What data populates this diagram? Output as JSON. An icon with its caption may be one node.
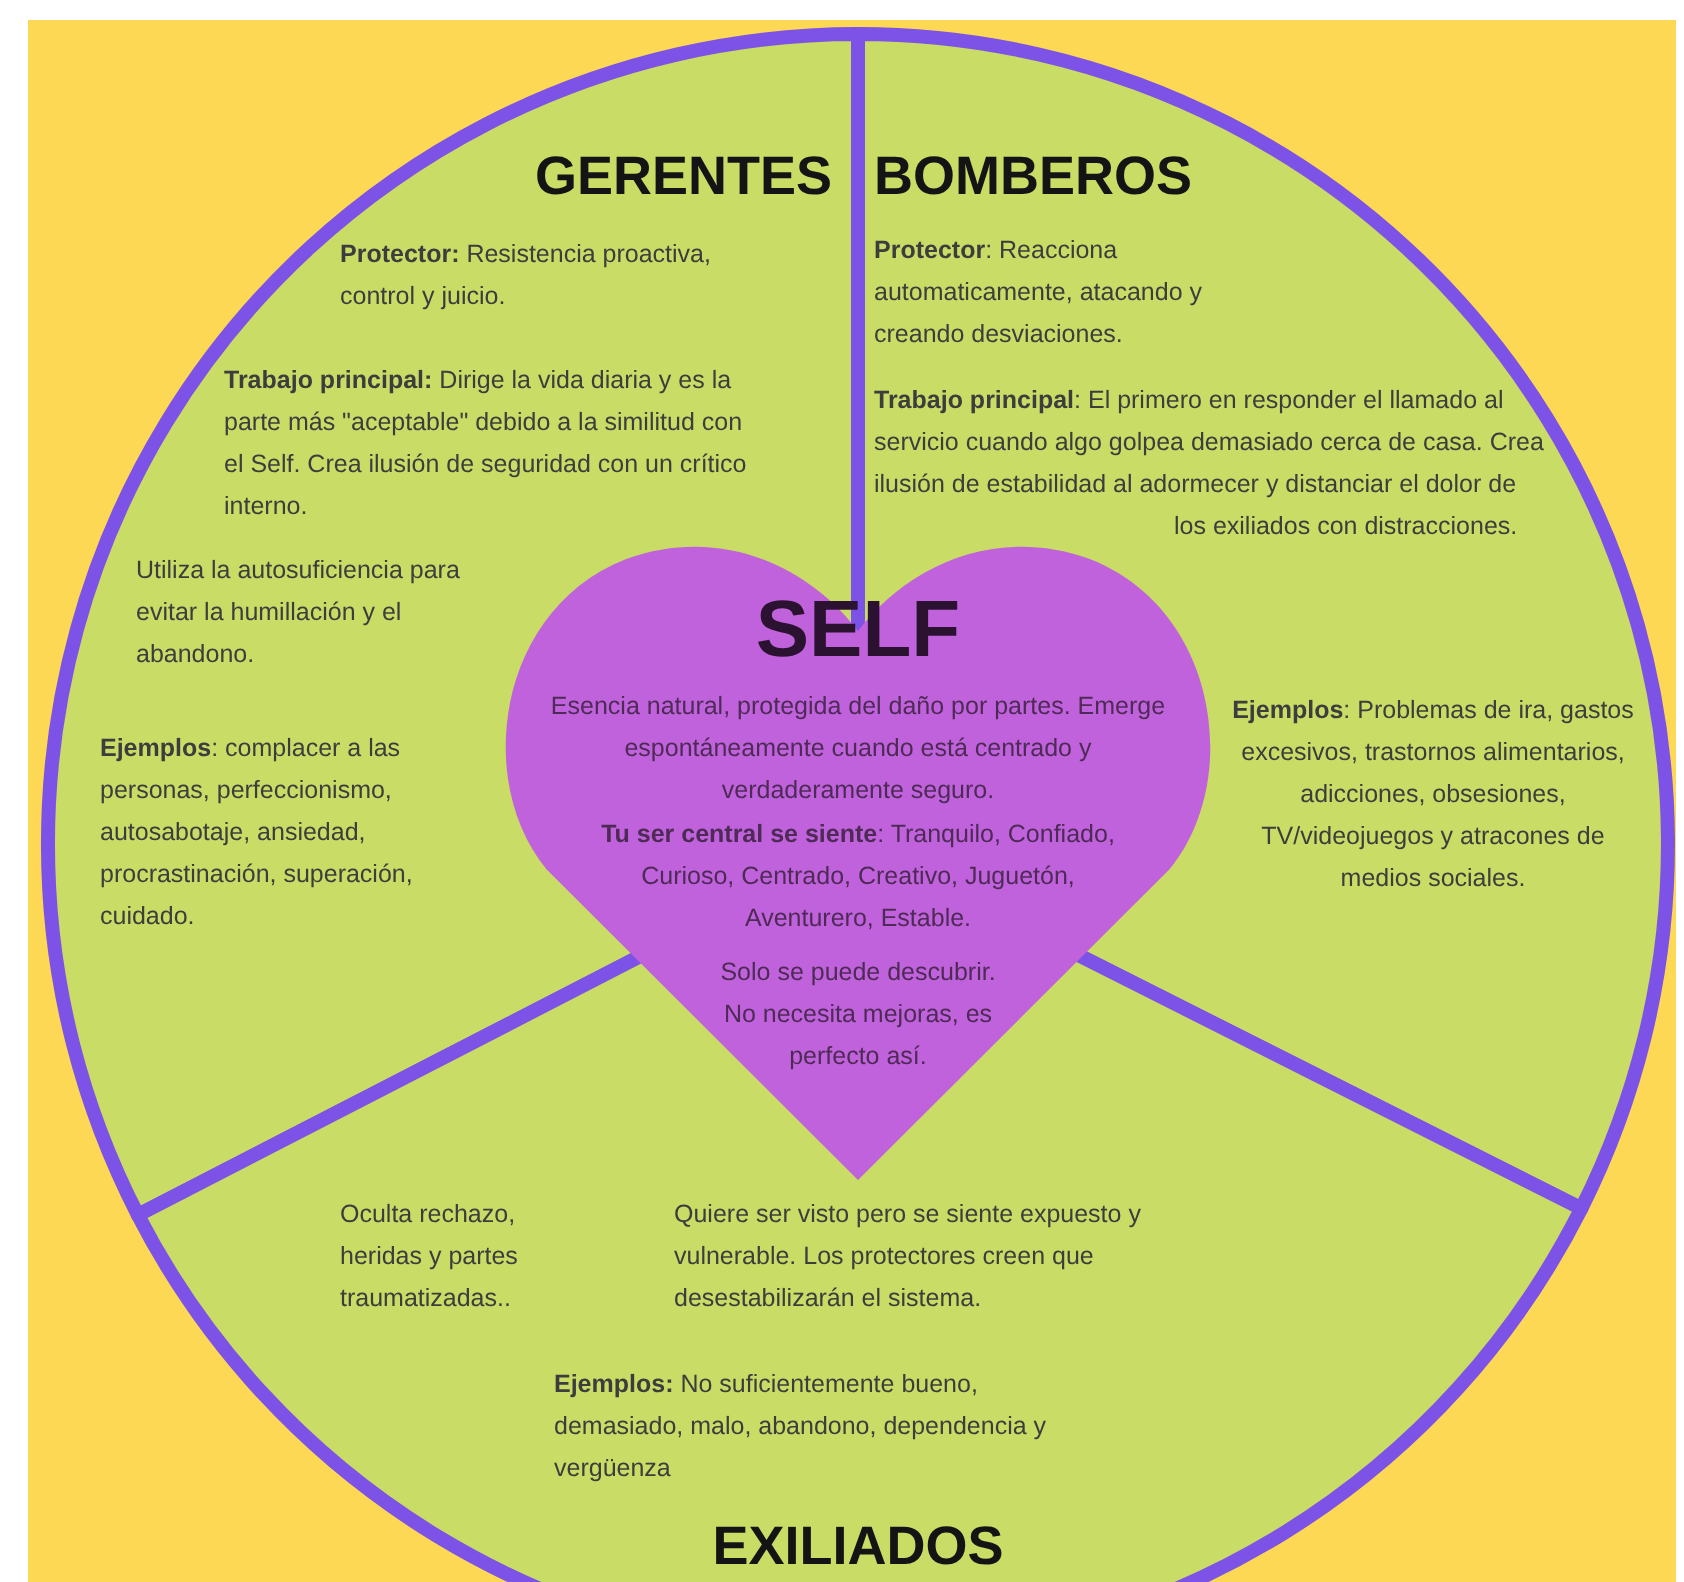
{
  "diagram": {
    "nodes": [
      {
        "text": [
          "GERENTES",
          "**Protector:** Resistencia proactiva, control y juicio.",
          "**Trabajo principal:** Dirige la vida diaria y es la parte más \"aceptable\" debido a la similitud con el Self.  Crea ilusión de seguridad con un crítico interno.",
          "Utiliza la autosuficiencia para evitar la humillación y el abandono.",
          "**Ejemplos**: complacer a las personas, perfeccionismo, autosabotaje, ansiedad, procrastinación, superación, cuidado."
        ]
      },
      {
        "text": [
          "BOMBEROS",
          "**Protector**: Reacciona automaticamente, atacando y creando desviaciones.",
          "**Trabajo principal**: El primero en responder el llamado al servicio cuando algo golpea demasiado cerca de casa. Crea ilusión de estabilidad al adormecer y distanciar el dolor de los exiliados con distracciones.",
          "**Ejemplos**: Problemas de ira, gastos excesivos, trastornos alimentarios, adicciones, obsesiones, TV/videojuegos y atracones de medios sociales."
        ]
      },
      {
        "text": [
          "Oculta rechazo, heridas y partes traumatizadas..",
          "Quiere ser visto pero se siente expuesto y vulnerable. Los protectores creen que desestabilizarán el sistema.",
          "**Ejemplos:** No suficientemente bueno, demasiado, malo, abandono, dependencia y vergüenza",
          "EXILIADOS"
        ]
      },
      {
        "text": [
          "SELF",
          "Esencia natural, protegida del daño por partes. Emerge espontáneamente cuando está centrado y verdaderamente seguro.",
          "**Tu ser central se siente**: Tranquilo, Confiado, Curioso, Centrado, Creativo, Juguetón, Aventurero, Estable.",
          "Solo se puede descubrir. No necesita mejoras, es perfecto así."
        ]
      }
    ]
  }
}
